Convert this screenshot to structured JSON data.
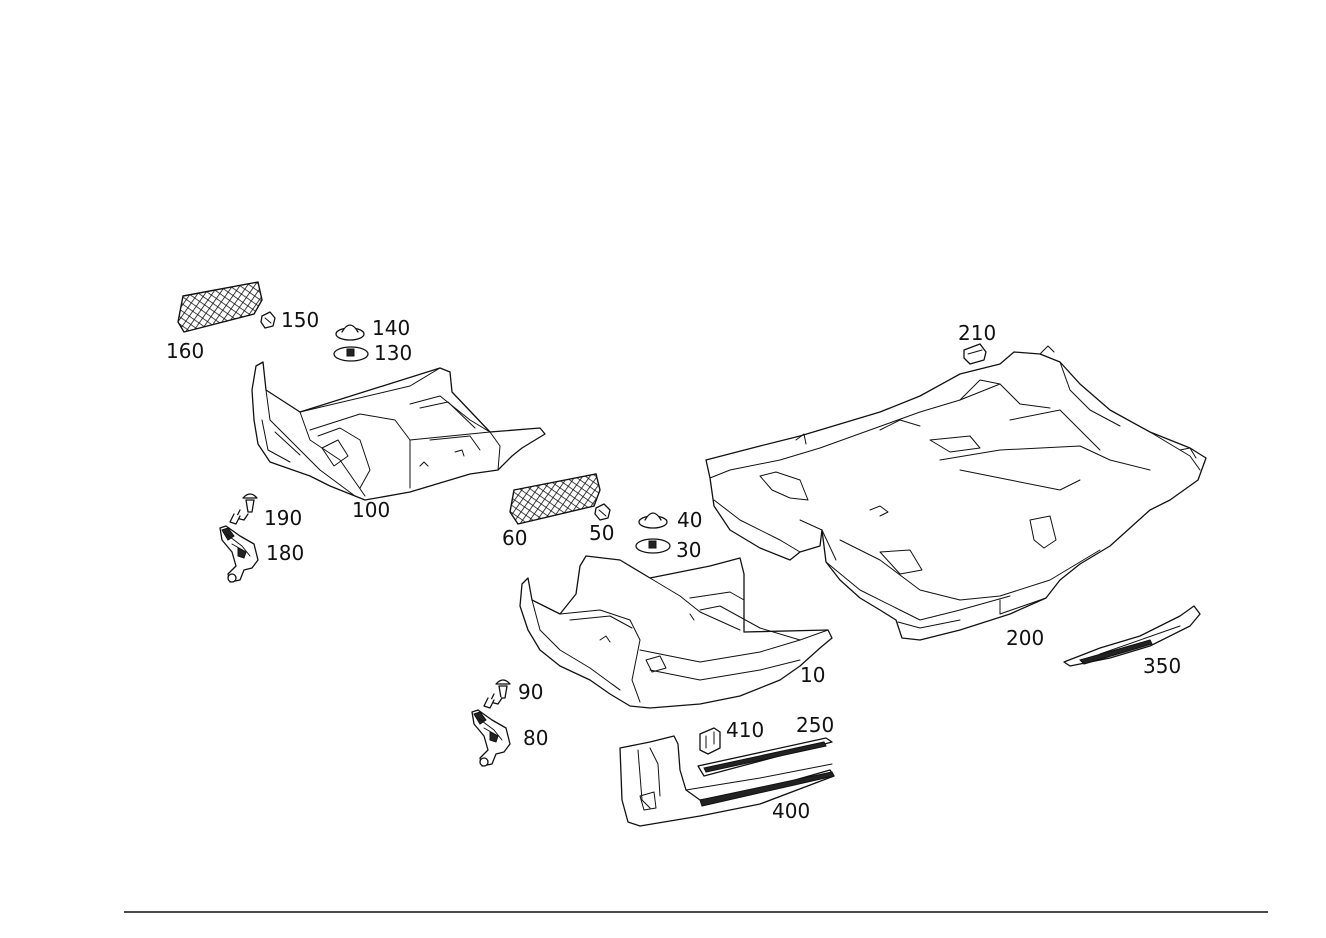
{
  "callouts": {
    "c10": "10",
    "c30": "30",
    "c40": "40",
    "c50": "50",
    "c60": "60",
    "c80": "80",
    "c90": "90",
    "c100": "100",
    "c130": "130",
    "c140": "140",
    "c150": "150",
    "c160": "160",
    "c180": "180",
    "c190": "190",
    "c200": "200",
    "c210": "210",
    "c250": "250",
    "c350": "350",
    "c400": "400",
    "c410": "410"
  },
  "colors": {
    "line": "#111111",
    "background": "#ffffff"
  }
}
